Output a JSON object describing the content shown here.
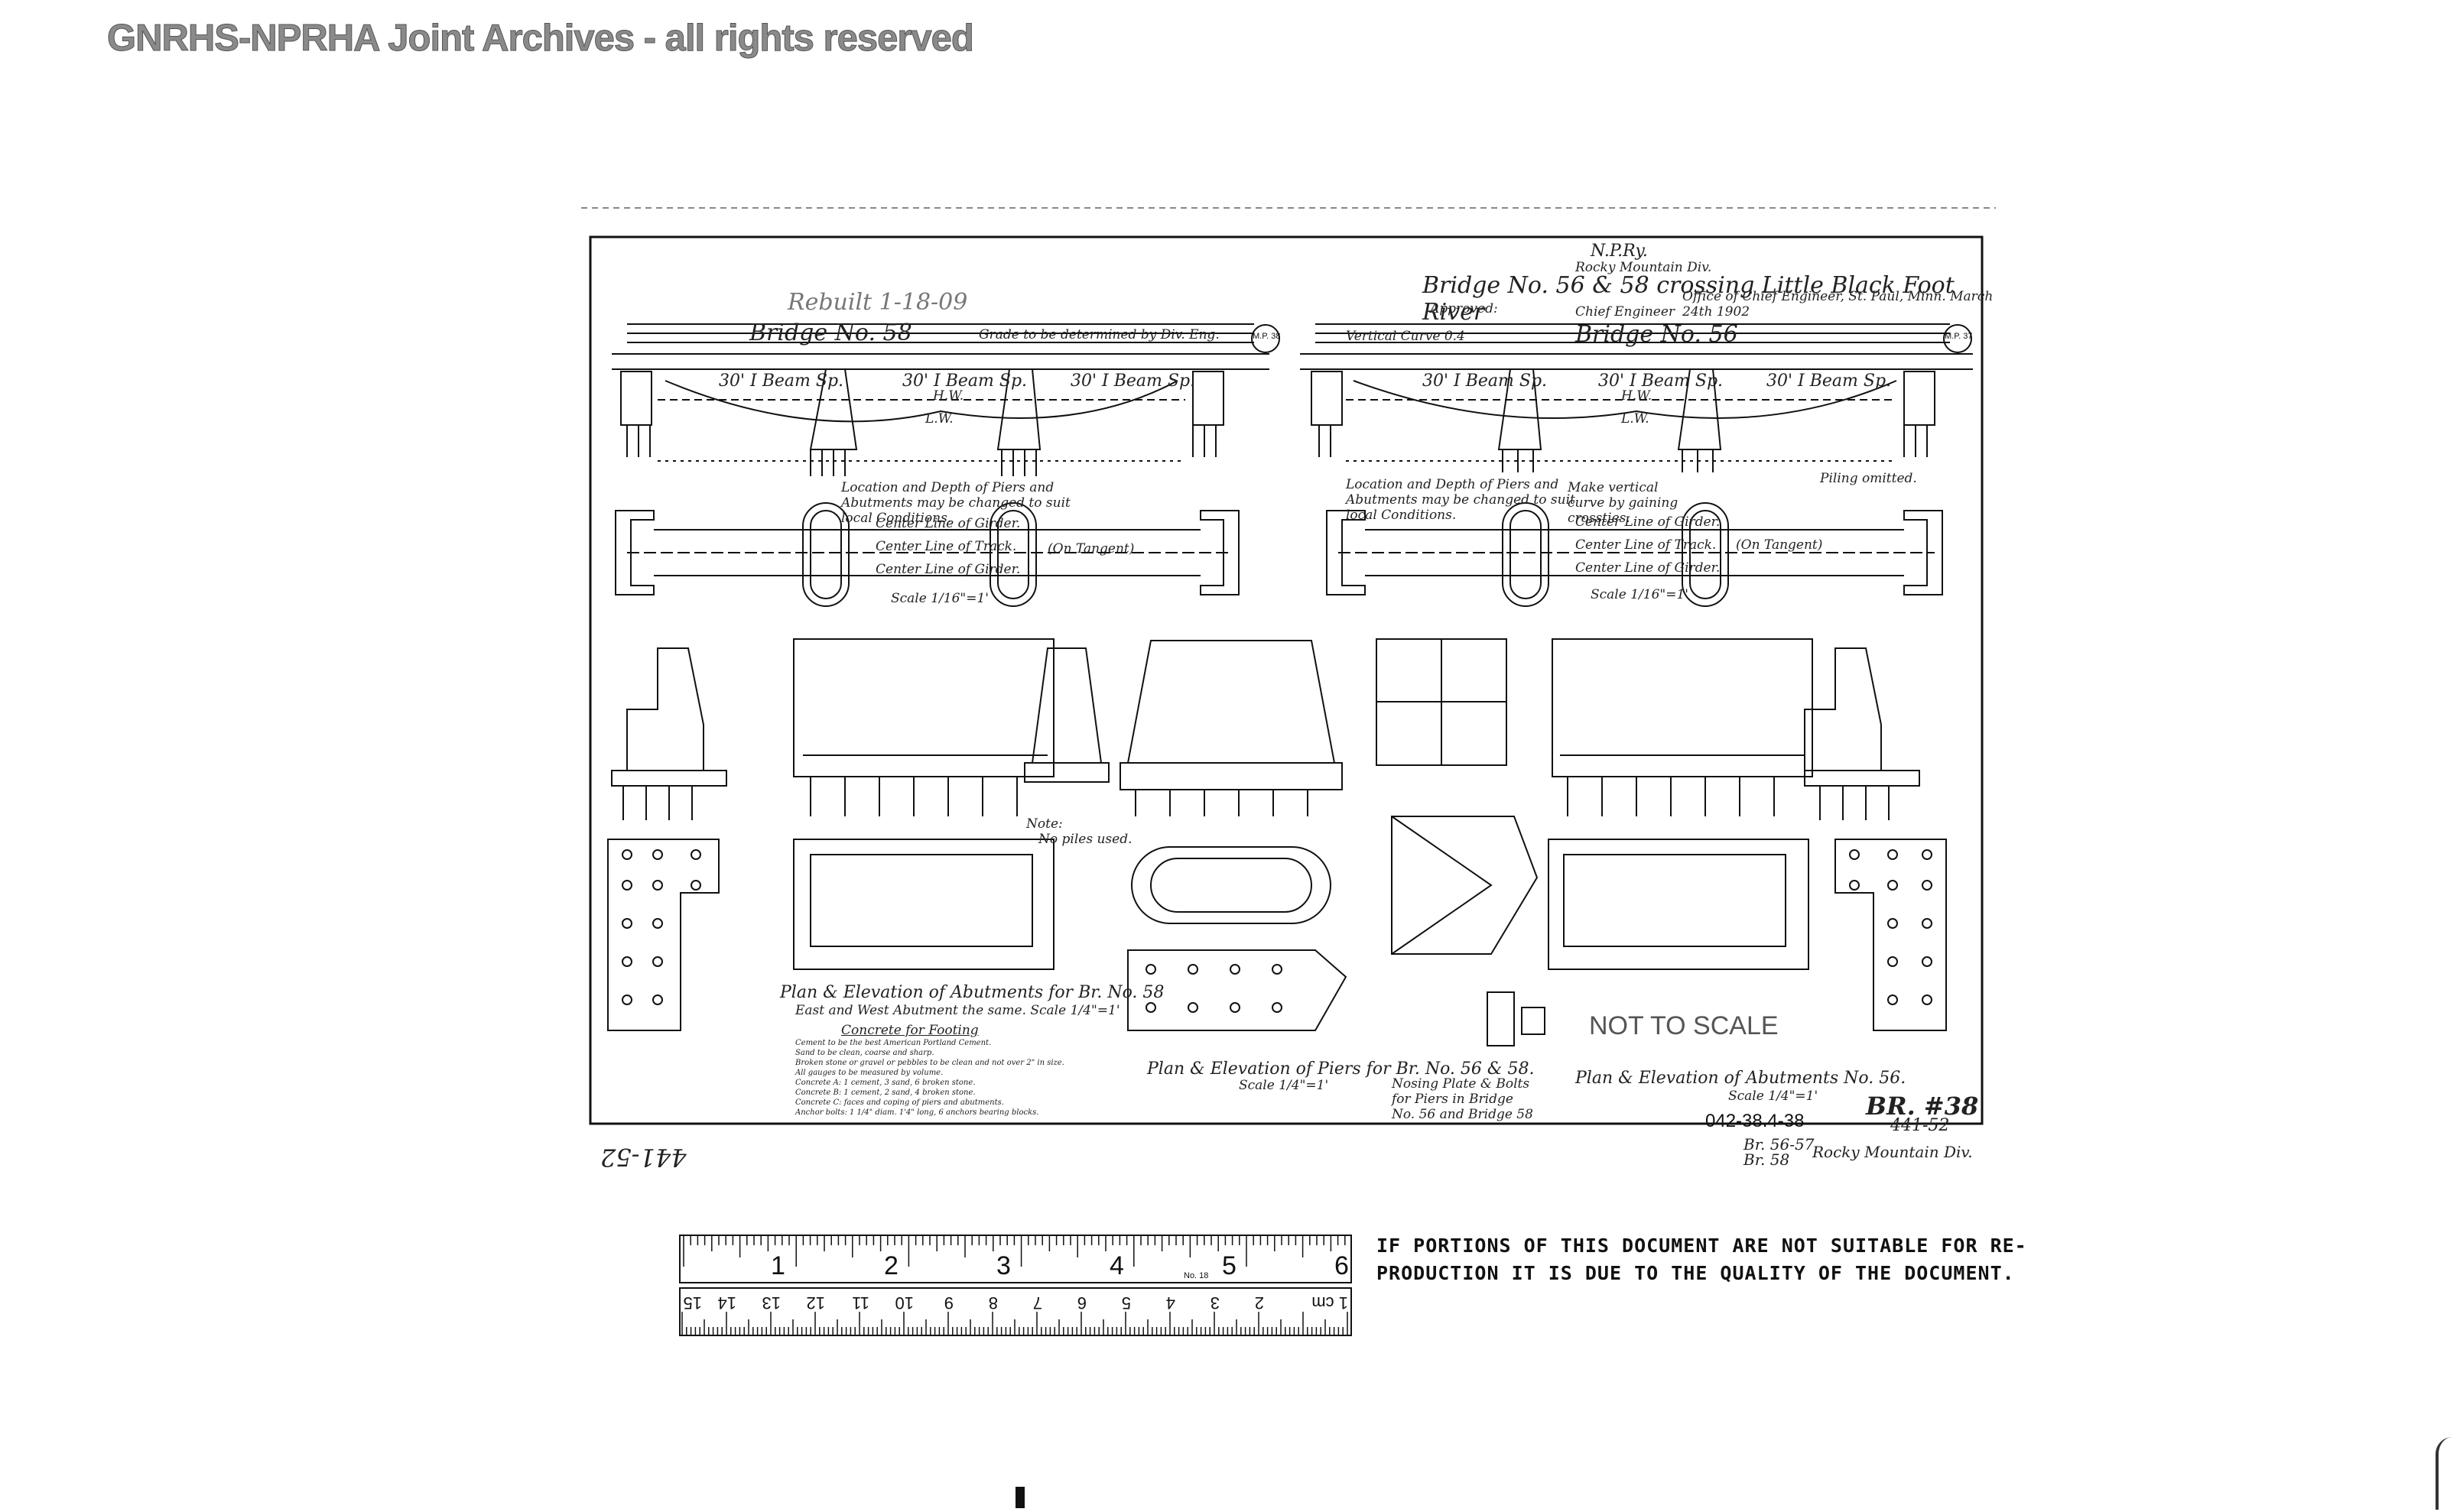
{
  "archive": {
    "title": "GNRHS-NPRHA Joint Archives - all rights reserved"
  },
  "drawing": {
    "railway": "N.P.Ry.",
    "division": "Rocky Mountain Div.",
    "bridge_title": "Bridge No. 56 & 58 crossing Little Black Foot River",
    "approved_label": "Approved:",
    "chief_engineer": "Chief Engineer",
    "office_note": "Office of Chief Engineer, St. Paul, Minn. March 24th 1902",
    "rebuilt_note": "Rebuilt 1-18-09",
    "bridge_58_label": "Bridge No. 58",
    "bridge_56_label": "Bridge No. 56",
    "grade_note": "Grade to be determined by Div. Eng.",
    "vertical_curve": "Vertical Curve 0.4",
    "beam_span": "30' I Beam Sp.",
    "mp_left": "M.P. 38",
    "mp_right": "M.P. 37",
    "high_water": "H.W.",
    "low_water": "L.W.",
    "location_note": "Location and Depth of Piers and Abutments may be changed to suit local Conditions.",
    "vertical_curve_note": "Make vertical curve by gaining crossties.",
    "piling_note": "Piling omitted.",
    "center_girder": "Center Line of Girder.",
    "center_track": "Center Line of Track.",
    "on_tangent": "(On Tangent)",
    "scale_main": "Scale 1/16\"=1'",
    "note_label": "Note:",
    "no_piles": "No piles used.",
    "caption_abut_58": "Plan & Elevation of Abutments for Br. No. 58",
    "caption_abut_58_sub": "East and West Abutment the same.  Scale 1/4\"=1'",
    "caption_piers": "Plan & Elevation of Piers for Br. No. 56 & 58.",
    "caption_piers_scale": "Scale 1/4\"=1'",
    "caption_nosing": "Nosing Plate & Bolts for Piers in Bridge No. 56 and Bridge 58",
    "caption_abut_56": "Plan & Elevation of Abutments No. 56.",
    "caption_abut_56_sub": "Scale 1/4\"=1'",
    "concrete_heading": "Concrete for Footing",
    "concrete_lines": [
      "Cement to be the best American Portland Cement.",
      "Sand to be clean, coarse and sharp.",
      "Broken stone or gravel or pebbles to be clean and not over 2\" in size.",
      "All gauges to be measured by volume.",
      "Concrete A: 1 cement, 3 sand, 6 broken stone.",
      "Concrete B: 1 cement, 2 sand, 4 broken stone.",
      "Concrete C: faces and coping of piers and abutments.",
      "Anchor bolts: 1 1/4\" diam. 1'4\" long, 6 anchors bearing blocks."
    ],
    "not_to_scale": "NOT TO SCALE",
    "drawing_number": "042-38.4-38",
    "stamp_br": "BR. #38",
    "stamp_code": "441-52",
    "bottom_note_1": "Br. 56-57",
    "bottom_note_2": "Br. 58",
    "bottom_note_div": "Rocky Mountain Div.",
    "mirror_code": "441-52"
  },
  "ruler": {
    "inch_labels": [
      "1",
      "2",
      "3",
      "4",
      "5",
      "6"
    ],
    "cm_labels": [
      "1 cm",
      "2",
      "3",
      "4",
      "5",
      "6",
      "7",
      "8",
      "9",
      "10",
      "11",
      "12",
      "13",
      "14",
      "15"
    ],
    "model": "No. 18"
  },
  "notice": {
    "line1": "IF PORTIONS OF THIS DOCUMENT ARE NOT SUITABLE FOR RE-",
    "line2": "PRODUCTION IT IS DUE TO THE QUALITY OF THE DOCUMENT."
  }
}
